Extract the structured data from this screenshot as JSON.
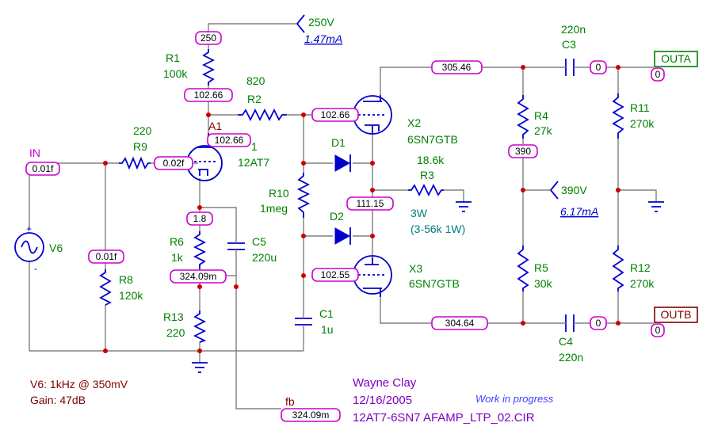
{
  "components": {
    "R1": {
      "name": "R1",
      "value": "100k"
    },
    "R2": {
      "name": "R2",
      "value": "820"
    },
    "R9": {
      "name": "R9",
      "value": "220"
    },
    "R10": {
      "name": "R10",
      "value": "1meg"
    },
    "R6": {
      "name": "R6",
      "value": "1k"
    },
    "R8": {
      "name": "R8",
      "value": "120k"
    },
    "R13": {
      "name": "R13",
      "value": "220"
    },
    "R3": {
      "name": "R3",
      "value": "18.6k",
      "note1": "3W",
      "note2": "(3-56k 1W)"
    },
    "R4": {
      "name": "R4",
      "value": "27k"
    },
    "R5": {
      "name": "R5",
      "value": "30k"
    },
    "R11": {
      "name": "R11",
      "value": "270k"
    },
    "R12": {
      "name": "R12",
      "value": "270k"
    },
    "C1": {
      "name": "C1",
      "value": "1u"
    },
    "C3": {
      "name": "C3",
      "value": "220n"
    },
    "C4": {
      "name": "C4",
      "value": "220n"
    },
    "C5": {
      "name": "C5",
      "value": "220u"
    },
    "D1": {
      "name": "D1"
    },
    "D2": {
      "name": "D2"
    },
    "X1": {
      "name": "1",
      "type": "12AT7"
    },
    "X2": {
      "name": "X2",
      "type": "6SN7GTB"
    },
    "X3": {
      "name": "X3",
      "type": "6SN7GTB"
    },
    "V6": {
      "name": "V6"
    },
    "A1": {
      "name": "A1"
    }
  },
  "supplies": {
    "s250": {
      "voltage": "250V",
      "current": "1.47mA"
    },
    "s390": {
      "voltage": "390V",
      "current": "6.17mA"
    }
  },
  "nodes": {
    "n250": "250",
    "nR1bot": "102.66",
    "nA1": "102.66",
    "nX2grid": "102.66",
    "nIn": "0.01f",
    "nR9": "0.02f",
    "nR8": "0.01f",
    "nCath": "1.8",
    "nR6bot": "324.09m",
    "nX2plate": "305.46",
    "nC3out": "0",
    "nOutA": "0",
    "n390": "390",
    "nMid": "111.15",
    "nX3grid": "102.55",
    "nX3plate": "304.64",
    "nC4out": "0",
    "nOutB": "0",
    "nFb": "324.09m"
  },
  "labels": {
    "in": "IN",
    "outa": "OUTA",
    "outb": "OUTB",
    "fb": "fb"
  },
  "notes": {
    "v6_spec": "V6: 1kHz @ 350mV",
    "gain": "Gain: 47dB",
    "author": "Wayne Clay",
    "date": "12/16/2005",
    "wip": "Work in progress",
    "file": "12AT7-6SN7 AFAMP_LTP_02.CIR"
  },
  "colors": {
    "wire": "#808080",
    "component": "#0000cc",
    "node_dot": "#cc0000",
    "voltage_box": "#cc00cc",
    "label_green": "#008000"
  }
}
